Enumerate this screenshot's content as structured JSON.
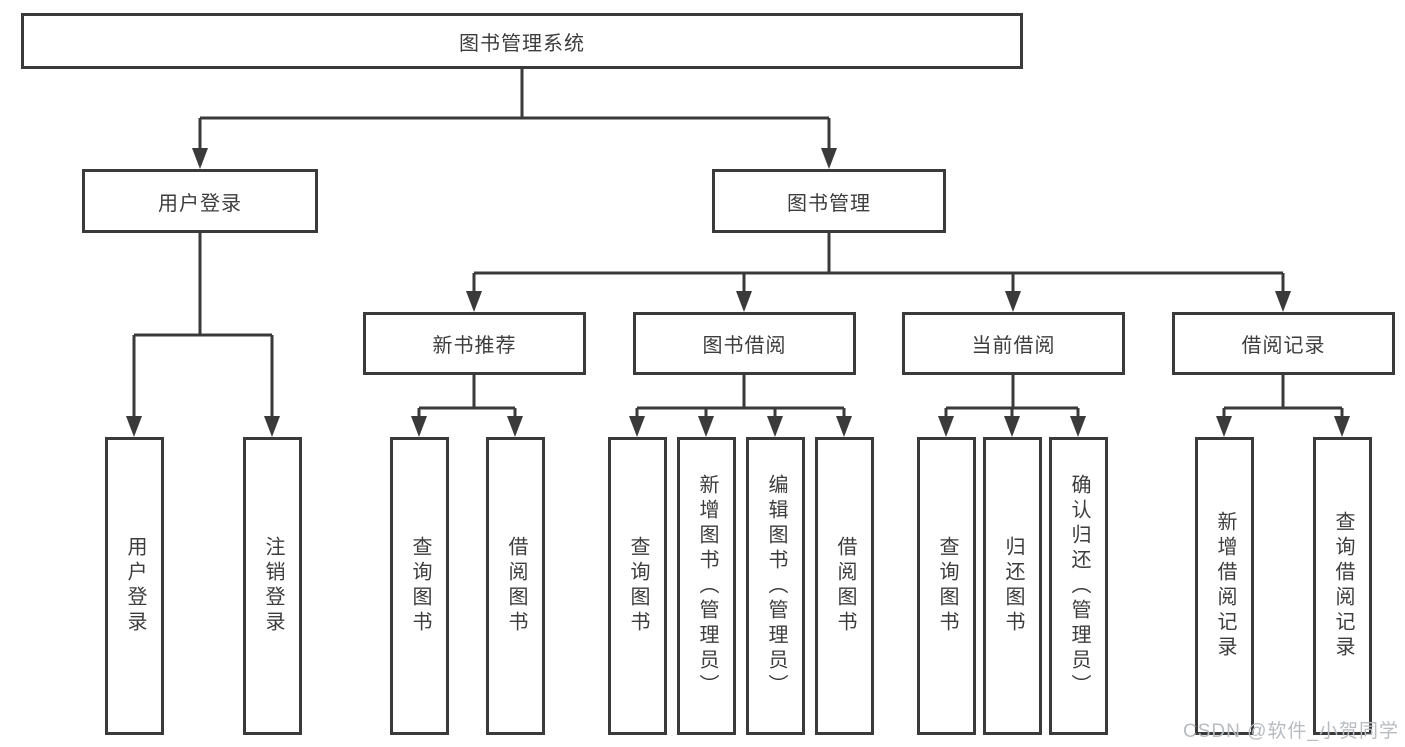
{
  "colors": {
    "line": "#3a3a3a",
    "box_fill": "#ffffff",
    "text": "#3d3d3d",
    "watermark": "#b7bcc1"
  },
  "watermark": {
    "text": "CSDN @软件_小贺同学"
  },
  "tree": {
    "label": "图书管理系统",
    "children": [
      {
        "label": "用户登录",
        "children": [
          {
            "label": "用户登录"
          },
          {
            "label": "注销登录"
          }
        ]
      },
      {
        "label": "图书管理",
        "children": [
          {
            "label": "新书推荐",
            "children": [
              {
                "label": "查询图书"
              },
              {
                "label": "借阅图书"
              }
            ]
          },
          {
            "label": "图书借阅",
            "children": [
              {
                "label": "查询图书"
              },
              {
                "label": "新增图书（管理员）"
              },
              {
                "label": "编辑图书（管理员）"
              },
              {
                "label": "借阅图书"
              }
            ]
          },
          {
            "label": "当前借阅",
            "children": [
              {
                "label": "查询图书"
              },
              {
                "label": "归还图书"
              },
              {
                "label": "确认归还（管理员）"
              }
            ]
          },
          {
            "label": "借阅记录",
            "children": [
              {
                "label": "新增借阅记录"
              },
              {
                "label": "查询借阅记录"
              }
            ]
          }
        ]
      }
    ]
  }
}
